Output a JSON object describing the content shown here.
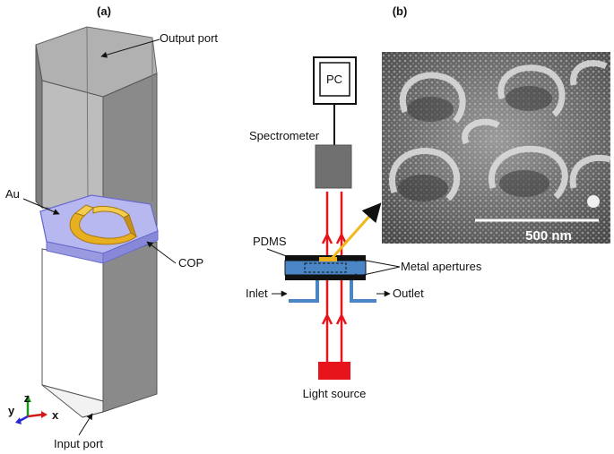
{
  "panels": {
    "a": {
      "label": "(a)",
      "output_port": "Output port",
      "input_port": "Input port",
      "au": "Au",
      "cop": "COP",
      "axes": {
        "x": "x",
        "y": "y",
        "z": "z"
      }
    },
    "b": {
      "label": "(b)",
      "pc": "PC",
      "spectrometer": "Spectrometer",
      "pdms": "PDMS",
      "metal_apertures": "Metal apertures",
      "inlet": "Inlet",
      "outlet": "Outlet",
      "light_source": "Light source",
      "scale_bar": "500 nm"
    }
  },
  "colors": {
    "au_gold": "#e8b020",
    "cop_plate": "#b8b8f0",
    "light_beam": "#e8141c",
    "fluid_channel": "#4a86c6",
    "spectrometer_box": "#707070"
  }
}
